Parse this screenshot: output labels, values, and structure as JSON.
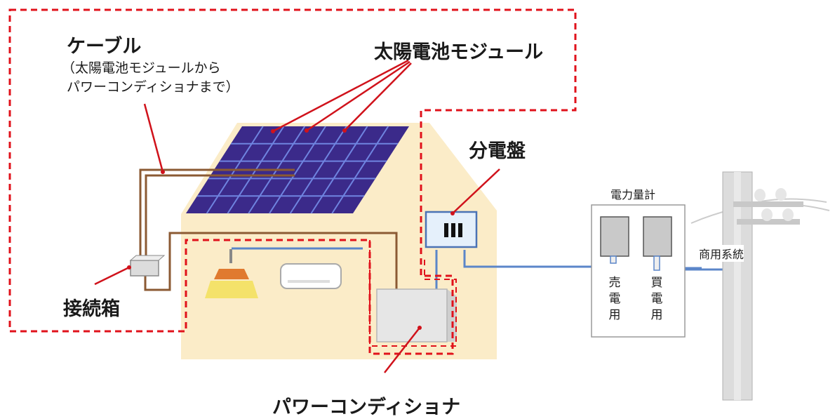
{
  "labels": {
    "cable": "ケーブル",
    "cable_note_1": "（太陽電池モジュールから",
    "cable_note_2": "パワーコンディショナまで）",
    "solar_module": "太陽電池モジュール",
    "distribution_board": "分電盤",
    "junction_box": "接続箱",
    "power_conditioner": "パワーコンディショナ",
    "power_meter": "電力量計",
    "grid": "商用系統",
    "sell_meter": "売電用",
    "buy_meter": "買電用"
  },
  "colors": {
    "house": "#fbecc8",
    "panel": "#3b2a8a",
    "panel_grid": "#6f84e0",
    "dc_cable": "#8b5a33",
    "ac_wire": "#5b86c9",
    "leader": "#d0121b",
    "boundary": "#e0121b",
    "meter_box": "#c9c9c9",
    "pole": "#cccccc"
  },
  "icons": [
    "roof-solar-panel",
    "junction-box-icon",
    "ceiling-lamp-icon",
    "air-conditioner-icon",
    "power-conditioner-icon",
    "distribution-board-icon",
    "electric-meter-icon",
    "utility-pole-icon"
  ]
}
